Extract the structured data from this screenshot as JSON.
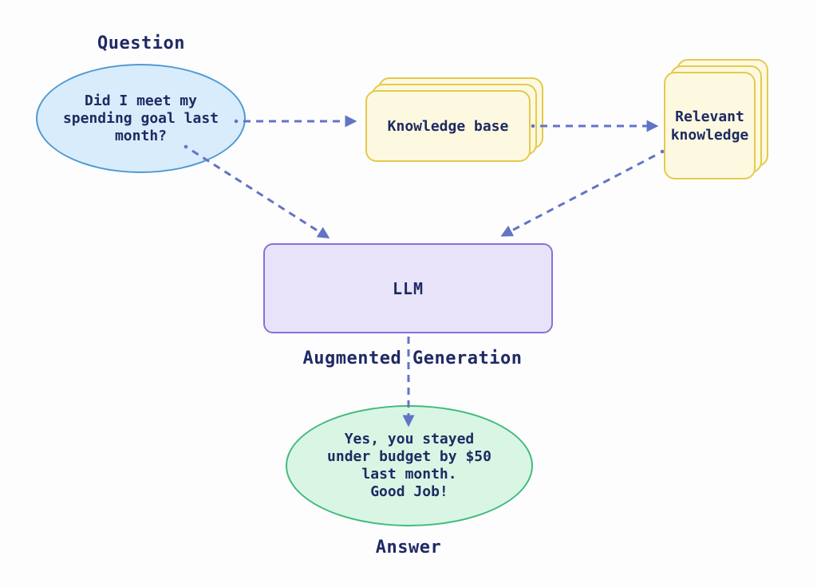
{
  "colors": {
    "background": "#fdfdfe",
    "text": "#1f2a63",
    "arrow": "#6274c5",
    "question_fill": "#d9ecfb",
    "question_stroke": "#4e9ad3",
    "knowledge_fill": "#fdf9e0",
    "knowledge_stroke": "#e5c94f",
    "llm_fill": "#e9e3f9",
    "llm_stroke": "#8b6fd8",
    "answer_fill": "#d9f6e4",
    "answer_stroke": "#43ba7d"
  },
  "diagram": {
    "question": {
      "label": "Question",
      "text": "Did I meet my\nspending goal last\nmonth?"
    },
    "knowledge_base": {
      "text": "Knowledge base"
    },
    "relevant_knowledge": {
      "text": "Relevant\nknowledge"
    },
    "llm": {
      "text": "LLM"
    },
    "augmented_generation_label": "Augmented Generation",
    "answer": {
      "label": "Answer",
      "text": "Yes, you stayed\nunder budget by $50\nlast month.\nGood Job!"
    }
  }
}
